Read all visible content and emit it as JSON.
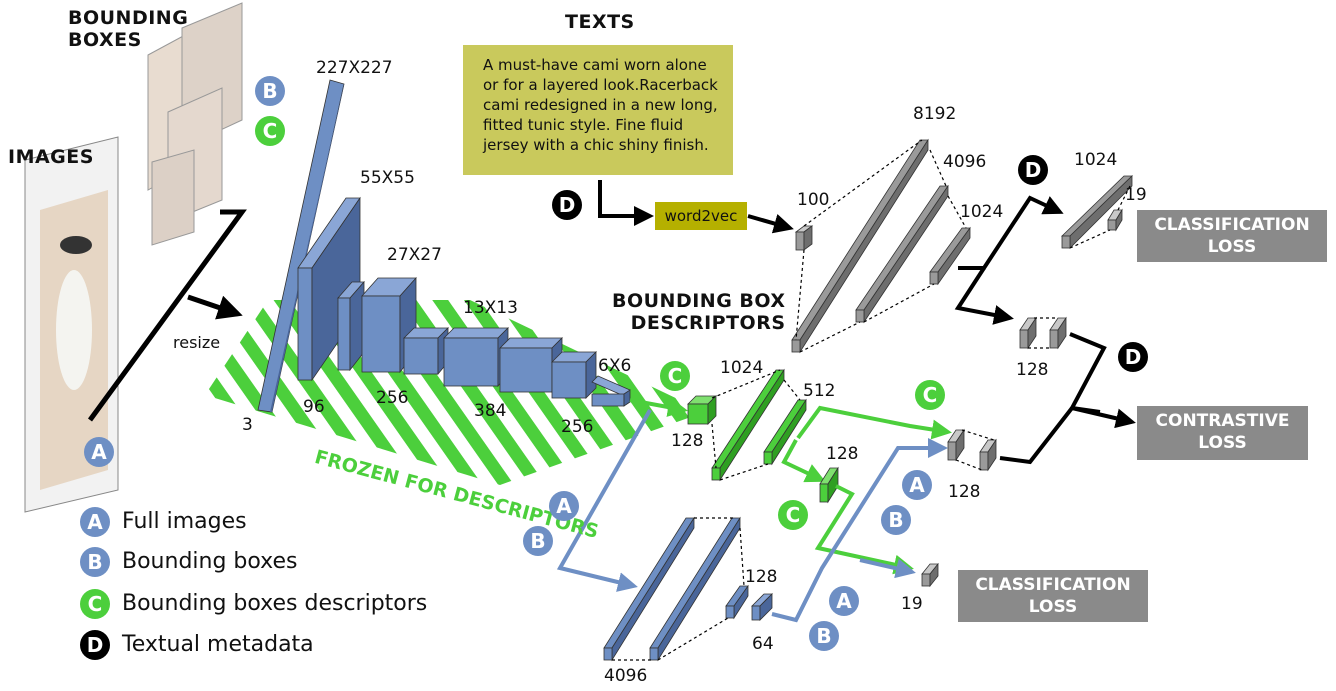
{
  "headers": {
    "bounding_boxes": "BOUNDING\nBOXES",
    "images": "IMAGES",
    "texts": "TEXTS",
    "bbox_descriptors": "BOUNDING BOX\nDESCRIPTORS"
  },
  "text_sample": "A must-have cami worn alone or for a layered look.Racerback cami redesigned in a new long, fitted tunic style. Fine fluid jersey with a chic shiny finish.",
  "word2vec": "word2vec",
  "resize": "resize",
  "frozen": "FROZEN FOR DESCRIPTORS",
  "cnn_dims": {
    "in": "3",
    "d227": "227X227",
    "d55": "55X55",
    "d27": "27X27",
    "d13": "13X13",
    "d6": "6X6",
    "c96": "96",
    "c256a": "256",
    "c384": "384",
    "c256b": "256"
  },
  "text_branch": {
    "d100": "100",
    "d8192": "8192",
    "d4096": "4096",
    "d1024": "1024",
    "d1024b": "1024",
    "d19": "19",
    "d128": "128"
  },
  "desc_branch": {
    "d128": "128",
    "d1024": "1024",
    "d512": "512",
    "d128b": "128"
  },
  "contrastive_dim": "128",
  "bottom_branch": {
    "d4096": "4096",
    "d128": "128",
    "d64": "64",
    "d19": "19"
  },
  "losses": {
    "classification_top": "CLASSIFICATION\nLOSS",
    "contrastive": "CONTRASTIVE\nLOSS",
    "classification_bottom": "CLASSIFICATION\nLOSS"
  },
  "badges": {
    "A": "A",
    "B": "B",
    "C": "C",
    "D": "D"
  },
  "legend": [
    {
      "badge": "A",
      "text": "Full images"
    },
    {
      "badge": "B",
      "text": "Bounding boxes"
    },
    {
      "badge": "C",
      "text": "Bounding boxes descriptors"
    },
    {
      "badge": "D",
      "text": "Textual metadata"
    }
  ],
  "colors": {
    "blue": "#6e8fc4",
    "blue_dark": "#4a669a",
    "green": "#4ccf3c",
    "gray": "#9a9a9a",
    "gray_dark": "#6e6e6e",
    "text_box": "#c9c95c",
    "word2vec_box": "#b5b000",
    "loss_box": "#8a8a8a"
  }
}
